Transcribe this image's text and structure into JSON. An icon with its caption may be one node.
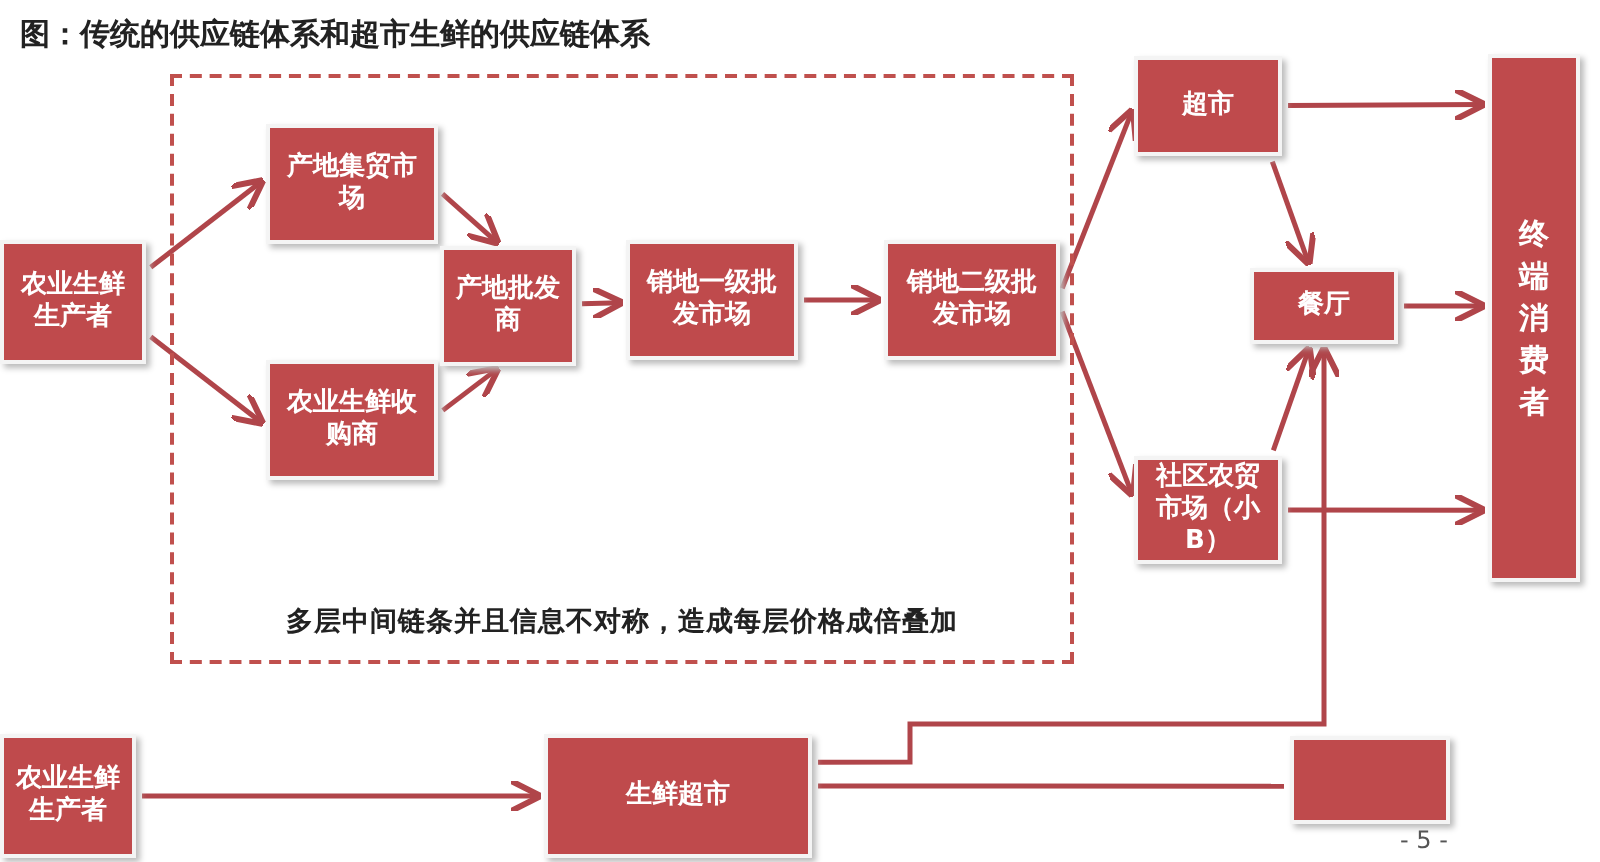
{
  "diagram": {
    "title": "图：传统的供应链体系和超市生鲜的供应链体系",
    "nodes": [
      {
        "text": [
          "多层中间链条并且信息不对称，造成每层价格成倍叠加"
        ]
      },
      {
        "text": [
          "农业生鲜生产者"
        ]
      },
      {
        "text": [
          "产地集贸市场"
        ],
        "in": 0
      },
      {
        "text": [
          "农业生鲜收购商"
        ],
        "in": 0
      },
      {
        "text": [
          "产地批发商"
        ],
        "in": 0
      },
      {
        "text": [
          "销地一级批发市场"
        ],
        "in": 0
      },
      {
        "text": [
          "销地二级批发市场"
        ],
        "in": 0
      },
      {
        "text": [
          "超市"
        ]
      },
      {
        "text": [
          "餐厅"
        ]
      },
      {
        "text": [
          "社区农贸市场（小B）"
        ]
      },
      {
        "text": [
          "终端消费者"
        ]
      },
      {
        "text": [
          "农业生鲜生产者"
        ]
      },
      {
        "text": [
          "生鲜超市"
        ]
      },
      {
        "text": [],
        "shape": "box"
      }
    ],
    "edges": [
      {
        "from": 1,
        "to": 2,
        "arrow": "to"
      },
      {
        "from": 1,
        "to": 3,
        "arrow": "to"
      },
      {
        "from": 2,
        "to": 4,
        "arrow": "to"
      },
      {
        "from": 3,
        "to": 4,
        "arrow": "to"
      },
      {
        "from": 4,
        "to": 5,
        "arrow": "to"
      },
      {
        "from": 5,
        "to": 6,
        "arrow": "to"
      },
      {
        "from": 6,
        "to": 7,
        "arrow": "to"
      },
      {
        "from": 6,
        "to": 9,
        "arrow": "to"
      },
      {
        "from": 7,
        "to": 10,
        "arrow": "to"
      },
      {
        "from": 7,
        "to": 8,
        "arrow": "to"
      },
      {
        "from": 9,
        "to": 8,
        "arrow": "to"
      },
      {
        "from": 9,
        "to": 10,
        "arrow": "to"
      },
      {
        "from": 8,
        "to": 10,
        "arrow": "to"
      },
      {
        "from": 11,
        "to": 12,
        "arrow": "to"
      },
      {
        "from": 12,
        "to": 8,
        "arrow": "to"
      },
      {
        "from": 12,
        "to": 13,
        "arrow": "none"
      }
    ],
    "labels": [
      "- 5 -"
    ]
  }
}
